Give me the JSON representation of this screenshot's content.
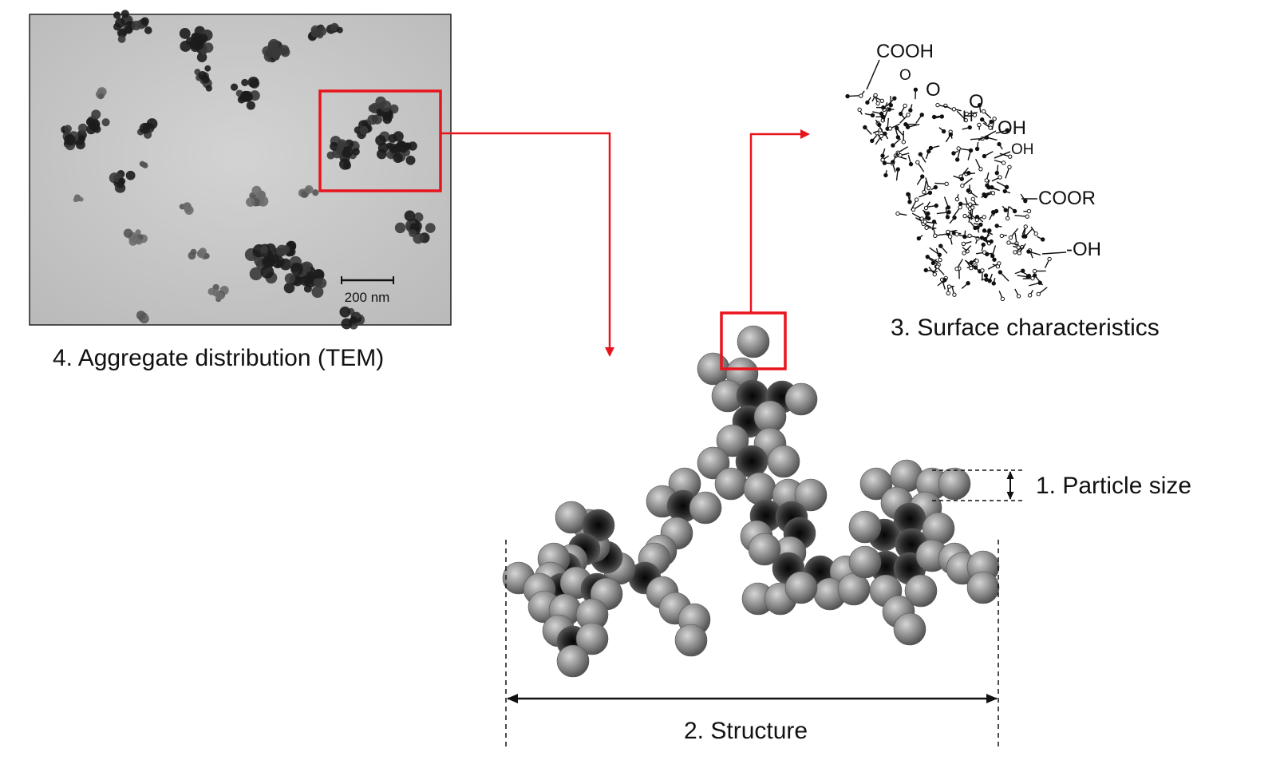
{
  "labels": {
    "particle_size": "1. Particle size",
    "structure": "2. Structure",
    "surface": "3. Surface characteristics",
    "aggregate": "4. Aggregate distribution (TEM)"
  },
  "tem": {
    "scale_bar": "200 nm"
  },
  "chemistry": {
    "cooh": "COOH",
    "o1": "O",
    "o2": "O",
    "o3": "O",
    "h": "H",
    "oh1": "OH",
    "oh2": "OH",
    "coor": "COOR",
    "oh3": "-OH"
  },
  "colors": {
    "highlight": "#e8141c",
    "particle": "#8a8a8a",
    "particle_dark": "#1a1a1a",
    "tem_background": "#c9c9c9"
  }
}
